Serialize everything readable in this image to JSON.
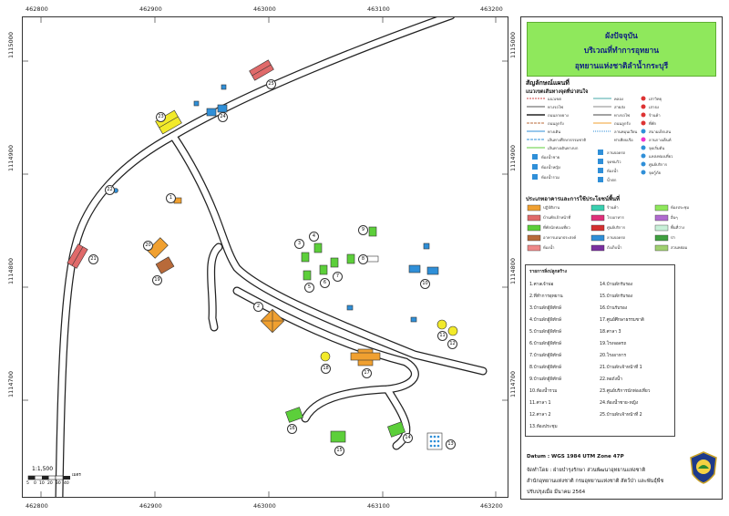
{
  "map": {
    "x_ticks": [
      "462800",
      "462900",
      "463000",
      "463100",
      "463200"
    ],
    "y_ticks": [
      "1115000",
      "1114900",
      "1114800",
      "1114700"
    ],
    "scale_label": "1:1,500",
    "scale_unit": "เมตร",
    "scale_numbers": [
      "5",
      "0",
      "10",
      "20",
      "30",
      "40"
    ],
    "markers": [
      "1",
      "2",
      "3",
      "4",
      "5",
      "6",
      "7",
      "8",
      "9",
      "10",
      "11",
      "12",
      "13",
      "14",
      "15",
      "16",
      "17",
      "18",
      "19",
      "20",
      "21",
      "22",
      "23",
      "24",
      "25"
    ]
  },
  "title": {
    "line1": "ผังปัจจุบัน",
    "line2": "บริเวณที่ทำการอุทยาน",
    "line3": "อุทยานแห่งชาติลำน้ำกระบุรี"
  },
  "legend": {
    "heading": "สัญลักษณ์แผนที่",
    "subheading": "แนวเขตเส้นทางจุดที่น่าสนใจ",
    "col1": [
      "แนวเขต",
      "ทางรถไฟ",
      "ถนนลาดยาง",
      "ถนนลูกรัง",
      "ทางเดิน",
      "เส้นทางศึกษาธรรมชาติ",
      "เส้นทางเดินทางบก",
      "ห้องน้ำชาย",
      "ห้องน้ำหญิง",
      "ห้องน้ำรวม"
    ],
    "col2": [
      "คลอง",
      "สายส่ง",
      "ทางรถไฟ",
      "ถนนลูกรัง",
      "ลานหมุนเวียน",
      "ท่าเทียบเรือ",
      "ลานจอดรถ",
      "จุดชมวิว",
      "ห้องน้ำ",
      "น้ำตก"
    ],
    "col3": [
      "เสาวิทยุ",
      "เสาธง",
      "ร้านค้า",
      "ที่พัก",
      "สนามเด็กเล่น",
      "ลานกางเต็นท์",
      "จุดเริ่มต้น",
      "แหล่งท่องเที่ยว",
      "ศูนย์บริการ",
      "จุดกู้ภัย"
    ]
  },
  "landuse": {
    "heading": "ประเภทอาคารและการใช้ประโยชน์พื้นที่",
    "items": [
      "ปฏิบัติงาน",
      "บ้านพักเจ้าหน้าที่",
      "ที่พักนักท่องเที่ยว",
      "อาคารเอนกประสงค์",
      "ห้องน้ำ",
      "ร้านค้า",
      "โรงอาหาร",
      "ศูนย์บริการ",
      "ลานจอดรถ",
      "ถังเก็บน้ำ",
      "ห้องประชุม",
      "อื่นๆ",
      "พื้นที่ว่าง",
      "ป่า",
      "สวนหย่อม"
    ]
  },
  "places": {
    "heading": "รายการสิ่งปลูกสร้าง",
    "left": [
      "1.ศาลเจ้าพ่อ",
      "2.ที่ทำการอุทยาน",
      "3.บ้านพักผู้พิทักษ์",
      "4.บ้านพักผู้พิทักษ์",
      "5.บ้านพักผู้พิทักษ์",
      "6.บ้านพักผู้พิทักษ์",
      "7.บ้านพักผู้พิทักษ์",
      "8.บ้านพักผู้พิทักษ์",
      "9.บ้านพักผู้พิทักษ์",
      "10.ห้องน้ำรวม",
      "11.ศาลา 1",
      "12.ศาลา 2",
      "13.ห้องประชุม"
    ],
    "right": [
      "14.บ้านพักรับรอง",
      "15.บ้านพักรับรอง",
      "16.บ้านรับรอง",
      "17.ศูนย์ศึกษาธรรมชาติ",
      "18.ศาลา 3",
      "19.โรงจอดรถ",
      "20.โรงอาหาร",
      "21.บ้านพักเจ้าหน้าที่ 1",
      "22.หอถังน้ำ",
      "23.ศูนย์บริการนักท่องเที่ยว",
      "24.ห้องน้ำชาย-หญิง",
      "25.บ้านพักเจ้าหน้าที่ 2"
    ]
  },
  "footer": {
    "datum": "Datum  : WGS 1984 UTM Zone 47P",
    "made_by": "จัดทำโดย   : ฝ่ายบำรุงรักษา ส่วนพัฒนาอุทยานแห่งชาติ",
    "office": "สำนักอุทยานแห่งชาติ  กรมอุทยานแห่งชาติ สัตว์ป่า และพันธุ์พืช",
    "updated": "ปรับปรุงเมื่อ  มีนาคม 2564"
  },
  "colors": {
    "title_bg": "#8fe85c",
    "road": "#ffffff",
    "road_edge": "#222222",
    "house_green": "#5ccf3a",
    "house_red": "#e06a6a",
    "house_blue": "#2f8fd8",
    "house_orange": "#f0a030",
    "house_yellow": "#f2ea2a",
    "house_brown": "#b86a3a"
  }
}
